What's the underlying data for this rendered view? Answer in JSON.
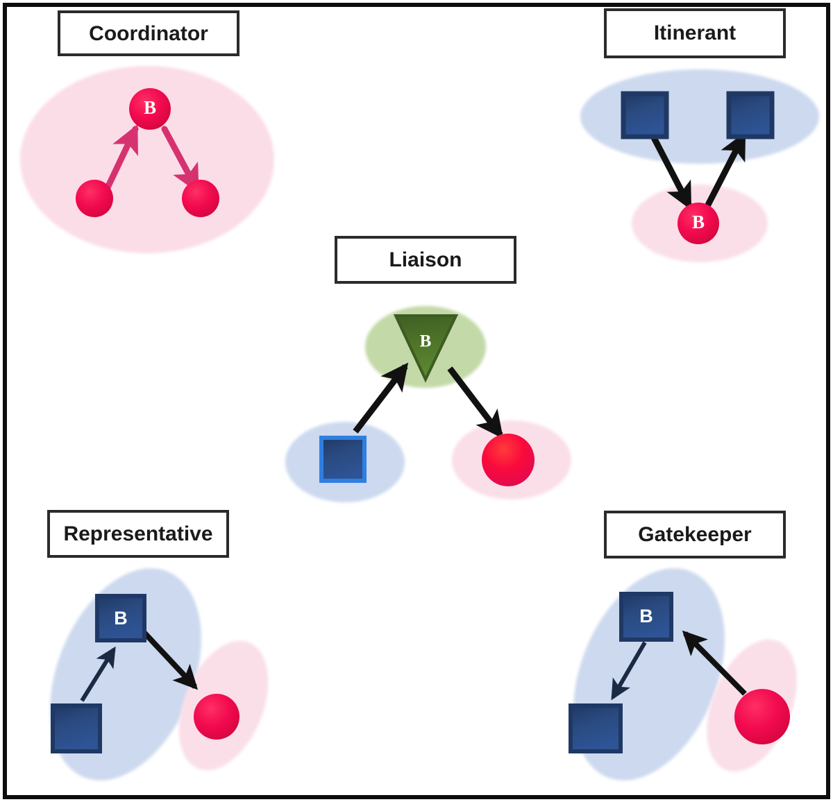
{
  "figure": {
    "title": "Brokerage role typology diagram",
    "border_color": "#0d0d0d",
    "background": "#ffffff"
  },
  "palette": {
    "pink_group_fill": "#fbdde8",
    "pink_group_fill_soft": "#fadfe9",
    "blue_group_fill": "#ccd9ef",
    "green_group_fill": "#c3d9a8",
    "red_node_fill": "#ef0b4c",
    "red_node_dark": "#d10a43",
    "blue_node_fill": "#2e5496",
    "blue_node_border": "#1f3864",
    "blue_node_bright_border": "#2f7fe0",
    "green_node_fill": "#537a2e",
    "green_node_dark": "#3d5c22",
    "arrow_black": "#111111",
    "arrow_pink": "#d6326f",
    "label_text": "#1a1a1a",
    "label_border": "#2b2b2b",
    "node_letter": "#ffffff"
  },
  "panels": [
    {
      "id": "coordinator",
      "label": "Coordinator",
      "broker_letter": "B",
      "broker_shape": "circle",
      "broker_group_color": "pink",
      "groups": [
        "pink"
      ],
      "description": "Broker and both contacts belong to the same (pink) group"
    },
    {
      "id": "itinerant",
      "label": "Itinerant",
      "broker_letter": "B",
      "broker_shape": "circle",
      "broker_group_color": "pink",
      "groups": [
        "blue",
        "pink"
      ],
      "description": "Broker from pink group mediates between two members of the blue group"
    },
    {
      "id": "liaison",
      "label": "Liaison",
      "broker_letter": "B",
      "broker_shape": "triangle",
      "broker_group_color": "green",
      "groups": [
        "green",
        "blue",
        "pink"
      ],
      "description": "Broker from a third (green) group links a blue member to a pink member"
    },
    {
      "id": "representative",
      "label": "Representative",
      "broker_letter": "B",
      "broker_shape": "square",
      "broker_group_color": "blue",
      "groups": [
        "blue",
        "pink"
      ],
      "description": "Broker in the blue group relays from a blue member out to a pink member"
    },
    {
      "id": "gatekeeper",
      "label": "Gatekeeper",
      "broker_letter": "B",
      "broker_shape": "square",
      "broker_group_color": "blue",
      "groups": [
        "blue",
        "pink"
      ],
      "description": "Broker in the blue group receives from a pink member and passes in to a blue member"
    }
  ],
  "nodes": {
    "coordinator_broker": "B",
    "coordinator_source": "",
    "coordinator_target": "",
    "itinerant_broker": "B",
    "itinerant_source": "",
    "itinerant_target": "",
    "liaison_broker": "B",
    "liaison_source": "",
    "liaison_target": "",
    "representative_broker": "B",
    "representative_source": "",
    "representative_target": "",
    "gatekeeper_broker": "B",
    "gatekeeper_source": "",
    "gatekeeper_target": ""
  }
}
